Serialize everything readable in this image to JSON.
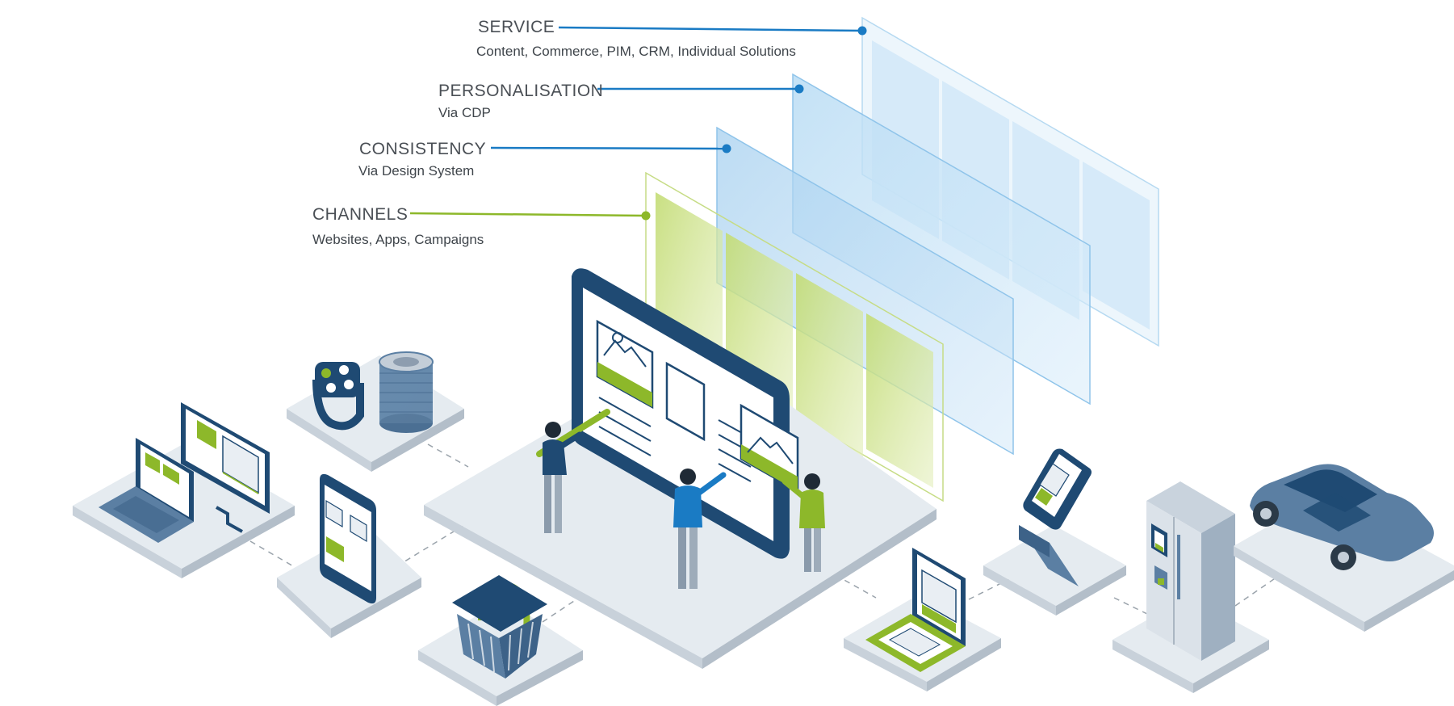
{
  "layers": [
    {
      "key": "service",
      "title": "SERVICE",
      "subtitle": "Content, Commerce, PIM, CRM, Individual Solutions",
      "color": "#1a7bc4"
    },
    {
      "key": "personalisation",
      "title": "PERSONALISATION",
      "subtitle": "Via CDP",
      "color": "#1a7bc4"
    },
    {
      "key": "consistency",
      "title": "CONSISTENCY",
      "subtitle": "Via Design System",
      "color": "#1a7bc4"
    },
    {
      "key": "channels",
      "title": "CHANNELS",
      "subtitle": "Websites, Apps, Campaigns",
      "color": "#8db82a"
    }
  ],
  "palette": {
    "navy": "#1f4a73",
    "steel": "#5b7fa3",
    "blue": "#1a7bc4",
    "lime": "#8db82a",
    "platform": "#e3e9ef",
    "platform_edge": "#c2ccd6",
    "panel_blue": "#a9d2f0",
    "panel_green": "#c7df7e"
  },
  "devices": [
    {
      "name": "laptop-and-desktop-icon"
    },
    {
      "name": "smartwatch-icon"
    },
    {
      "name": "smart-speaker-icon"
    },
    {
      "name": "smartphone-icon"
    },
    {
      "name": "shopping-basket-icon"
    },
    {
      "name": "tablet-and-print-icon"
    },
    {
      "name": "kiosk-terminal-icon"
    },
    {
      "name": "smart-fridge-icon"
    },
    {
      "name": "car-icon"
    }
  ]
}
